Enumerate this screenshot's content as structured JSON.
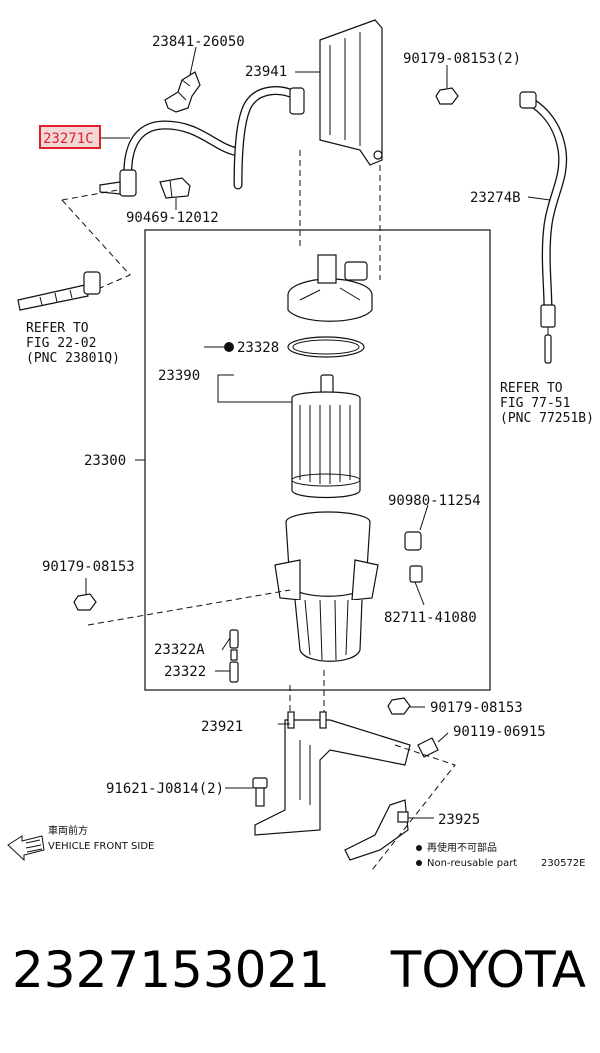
{
  "labels": {
    "p23841": "23841-26050",
    "p23941": "23941",
    "p90179a": "90179-08153(2)",
    "p23271": "23271C",
    "p23274": "23274B",
    "p90469": "90469-12012",
    "p23328": "23328",
    "p23390": "23390",
    "p23300": "23300",
    "p90980": "90980-11254",
    "p90179b": "90179-08153",
    "p82711": "82711-41080",
    "p23322a": "23322A",
    "p23322": "23322",
    "p23921": "23921",
    "p90179c": "90179-08153",
    "p90119": "90119-06915",
    "p91621": "91621-J0814(2)",
    "p23925": "23925"
  },
  "refs": {
    "left": {
      "line1": "REFER TO",
      "line2": "FIG 22-02",
      "line3": "(PNC 23801Q)"
    },
    "right": {
      "line1": "REFER TO",
      "line2": "FIG 77-51",
      "line3": "(PNC 77251B)"
    }
  },
  "legend": {
    "front_jp": "車両前方",
    "front_en": "VEHICLE FRONT SIDE",
    "nonreuse_jp": "再使用不可部品",
    "nonreuse_en": "Non-reusable part",
    "diagram_code": "230572E"
  },
  "highlight_color": "#e0202a",
  "caption": {
    "part_number": "2327153021",
    "brand": "TOYOTA"
  }
}
